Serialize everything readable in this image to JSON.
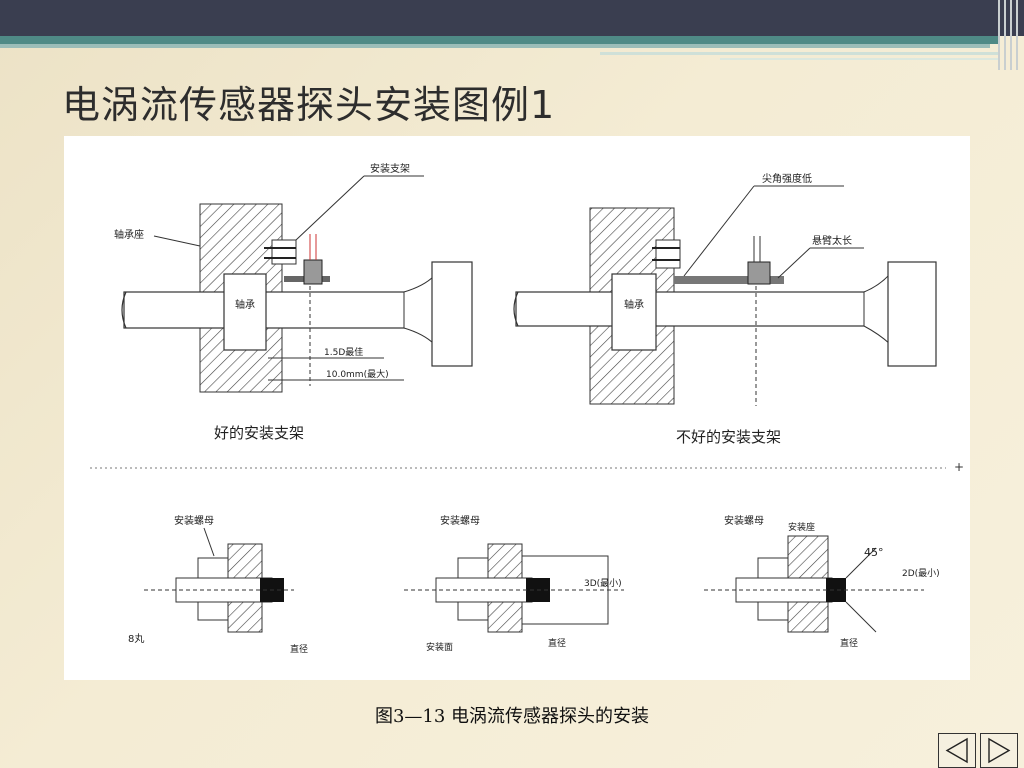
{
  "slide": {
    "title": "电涡流传感器探头安装图例1",
    "caption": "图3—13 电涡流传感器探头的安装"
  },
  "figure": {
    "top_left": {
      "bracket_label": "安装支架",
      "housing_label": "轴承座",
      "bearing_label": "轴承",
      "dim1": "1.5D最佳",
      "dim2": "10.0mm(最大)",
      "caption": "好的安装支架"
    },
    "top_right": {
      "bracket_label": "尖角强度低",
      "arm_label": "悬臂太长",
      "bearing_label": "轴承",
      "caption": "不好的安装支架"
    },
    "bottom": {
      "nut_label": "安装螺母",
      "probe_dia_label": "8丸",
      "dia_label": "直径",
      "range_label": "3D(最小)",
      "face_label": "安装面",
      "mount_label": "安装座",
      "angle_label": "45°",
      "side_label": "2D(最小)"
    }
  },
  "nav": {
    "prev_icon": "triangle-left",
    "next_icon": "triangle-right"
  },
  "colors": {
    "top_bar": "#3a3e50",
    "accent_stripe": "#4f8a86",
    "background": "#f4ecd4"
  }
}
